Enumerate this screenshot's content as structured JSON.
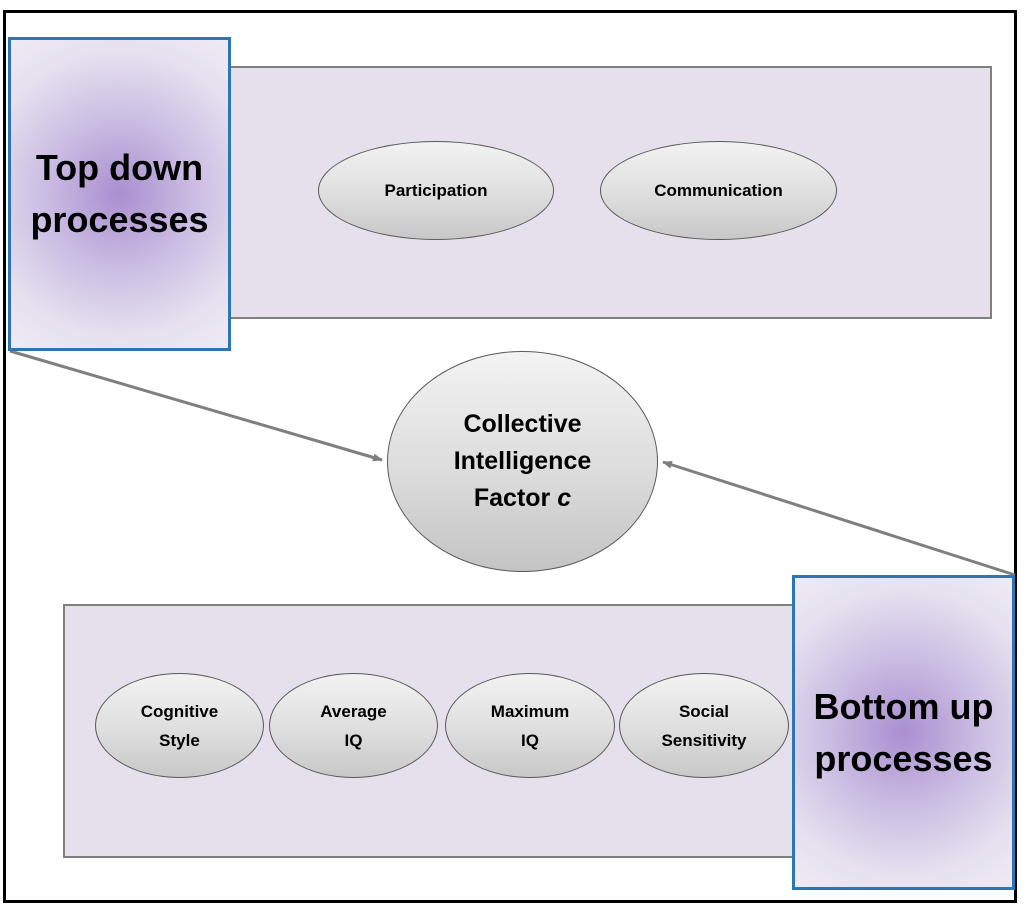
{
  "top_group": {
    "title": "Top down\nprocesses",
    "items": [
      "Participation",
      "Communication"
    ]
  },
  "bottom_group": {
    "title": "Bottom up\nprocesses",
    "items": [
      "Cognitive\nStyle",
      "Average\nIQ",
      "Maximum\nIQ",
      "Social\nSensitivity"
    ]
  },
  "center": {
    "line1": "Collective",
    "line2": "Intelligence",
    "line3_prefix": "Factor ",
    "line3_italic": "c"
  },
  "colors": {
    "band_fill": "#e6e0ec",
    "box_border": "#2e75b6",
    "box_glow": "#a98fd0",
    "arrow": "#7f7f7f"
  }
}
